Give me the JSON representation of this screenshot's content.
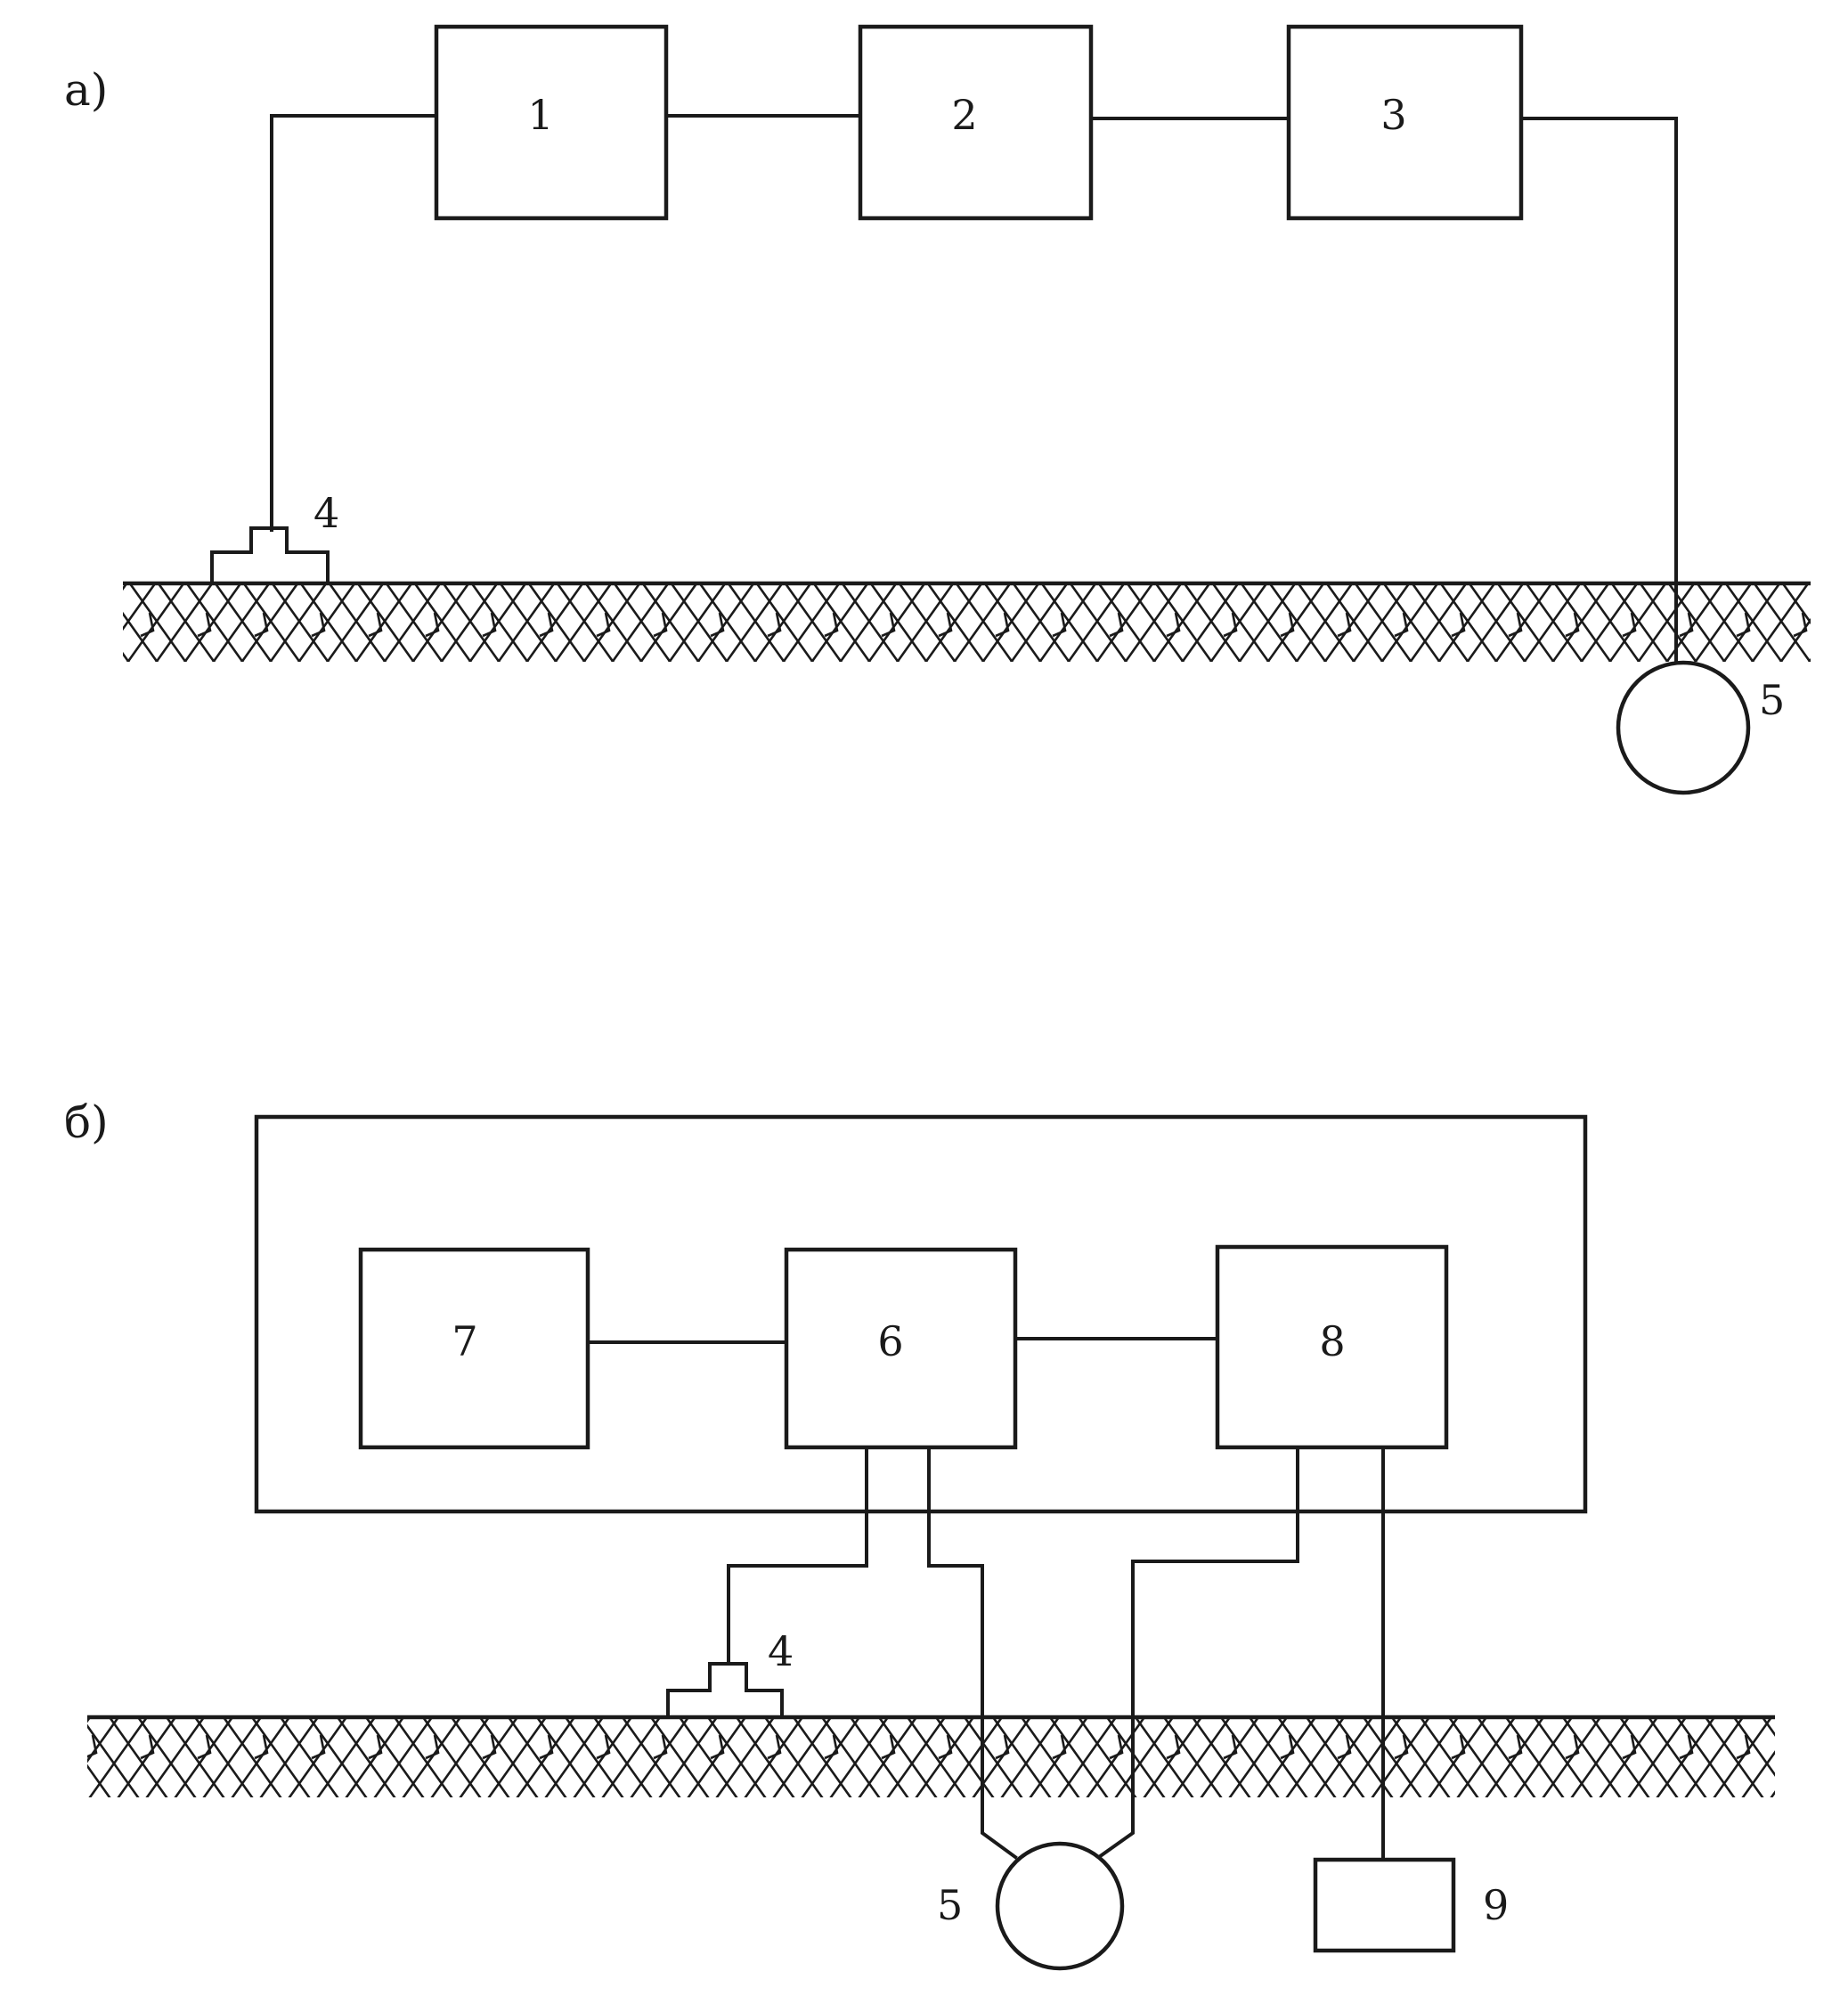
{
  "panels": [
    {
      "label": "а)",
      "blocks": [
        "1",
        "2",
        "3"
      ],
      "electrode_label": "4",
      "probe_label": "5"
    },
    {
      "label": "б)",
      "blocks": [
        "7",
        "6",
        "8"
      ],
      "electrode_label": "4",
      "probe_label": "5",
      "sensor_label": "9"
    }
  ]
}
